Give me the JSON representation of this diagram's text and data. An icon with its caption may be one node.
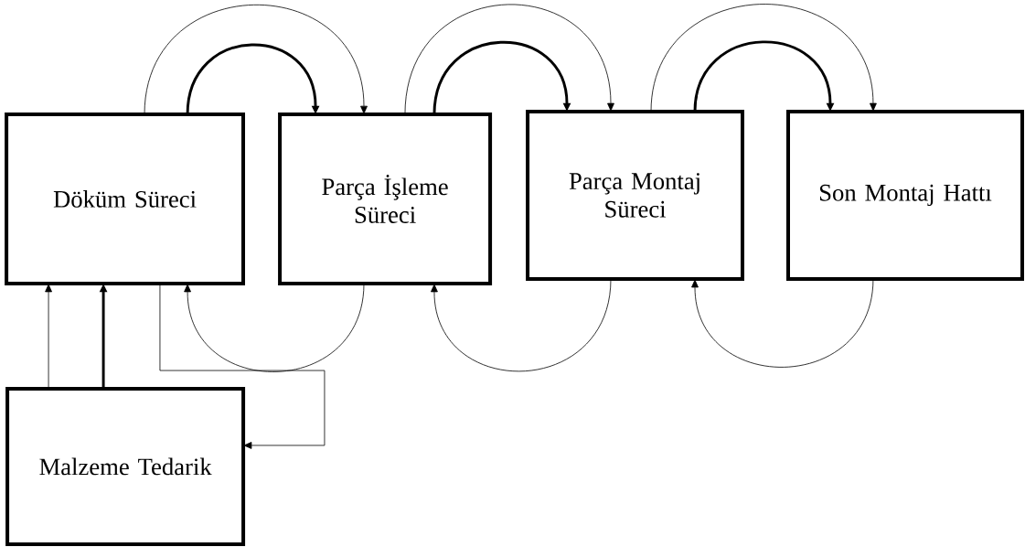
{
  "diagram": {
    "nodes": [
      {
        "text": [
          "Döküm Süreci"
        ]
      },
      {
        "text": [
          "Parça İşleme Süreci"
        ]
      },
      {
        "text": [
          "Parça Montaj Süreci"
        ]
      },
      {
        "text": [
          "Son Montaj Hattı"
        ]
      },
      {
        "text": [
          "Malzeme Tedarik"
        ]
      }
    ],
    "edges": [
      {
        "from": 0,
        "to": 1,
        "arrow": "to",
        "style": "thick"
      },
      {
        "from": 0,
        "to": 1,
        "arrow": "to"
      },
      {
        "from": 1,
        "to": 2,
        "arrow": "to",
        "style": "thick"
      },
      {
        "from": 1,
        "to": 2,
        "arrow": "to"
      },
      {
        "from": 2,
        "to": 3,
        "arrow": "to",
        "style": "thick"
      },
      {
        "from": 2,
        "to": 3,
        "arrow": "to"
      },
      {
        "from": 1,
        "to": 0,
        "arrow": "to"
      },
      {
        "from": 2,
        "to": 1,
        "arrow": "to"
      },
      {
        "from": 3,
        "to": 2,
        "arrow": "to"
      },
      {
        "from": 4,
        "to": 0,
        "arrow": "to"
      },
      {
        "from": 4,
        "to": 0,
        "arrow": "to",
        "style": "thick"
      },
      {
        "from": 0,
        "to": 4,
        "arrow": "to"
      }
    ]
  }
}
